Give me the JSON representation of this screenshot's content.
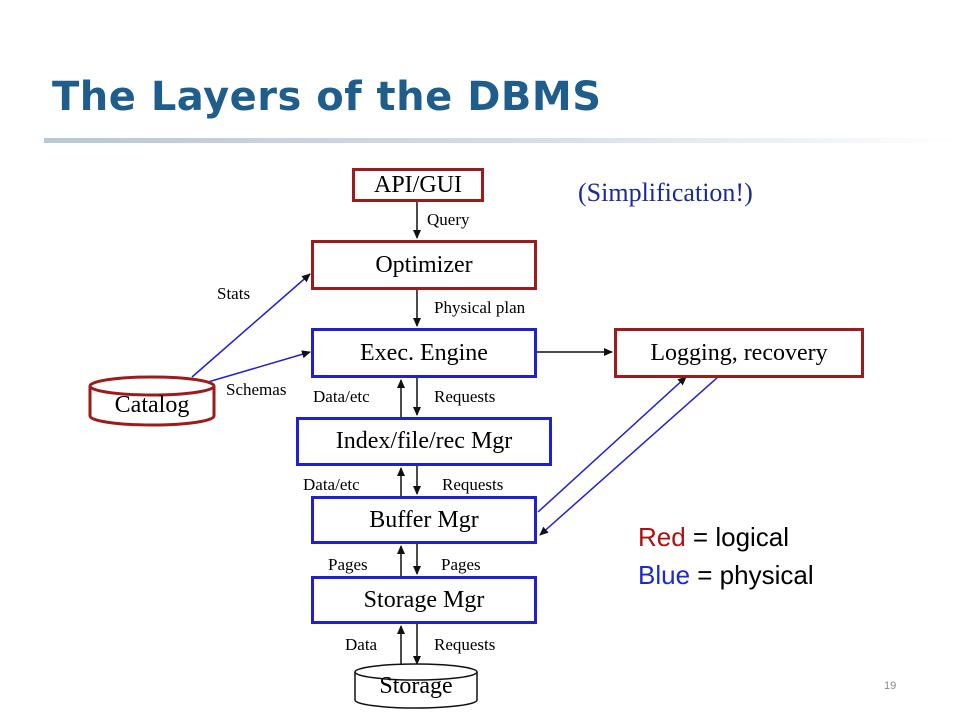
{
  "title": "The Layers of the DBMS",
  "note": "(Simplification!)",
  "page_number": "19",
  "colors": {
    "title": "#1f5d8c",
    "logical": "#9e1b1b",
    "physical": "#1f1fd6",
    "legend_red": "#b01010",
    "legend_blue": "#1a2ad0"
  },
  "boxes": {
    "api": "API/GUI",
    "optimizer": "Optimizer",
    "exec": "Exec. Engine",
    "logging": "Logging, recovery",
    "index": "Index/file/rec Mgr",
    "buffer": "Buffer Mgr",
    "storage_mgr": "Storage Mgr"
  },
  "cylinders": {
    "catalog": "Catalog",
    "storage": "Storage"
  },
  "edge_labels": {
    "query": "Query",
    "physical_plan": "Physical plan",
    "stats": "Stats",
    "schemas": "Schemas",
    "exec_data": "Data/etc",
    "exec_requests": "Requests",
    "index_data": "Data/etc",
    "index_requests": "Requests",
    "buffer_pages_up": "Pages",
    "buffer_pages_down": "Pages",
    "storage_data": "Data",
    "storage_requests": "Requests"
  },
  "legend": {
    "red_word": "Red",
    "red_rest": " = logical",
    "blue_word": "Blue",
    "blue_rest": " = physical"
  }
}
